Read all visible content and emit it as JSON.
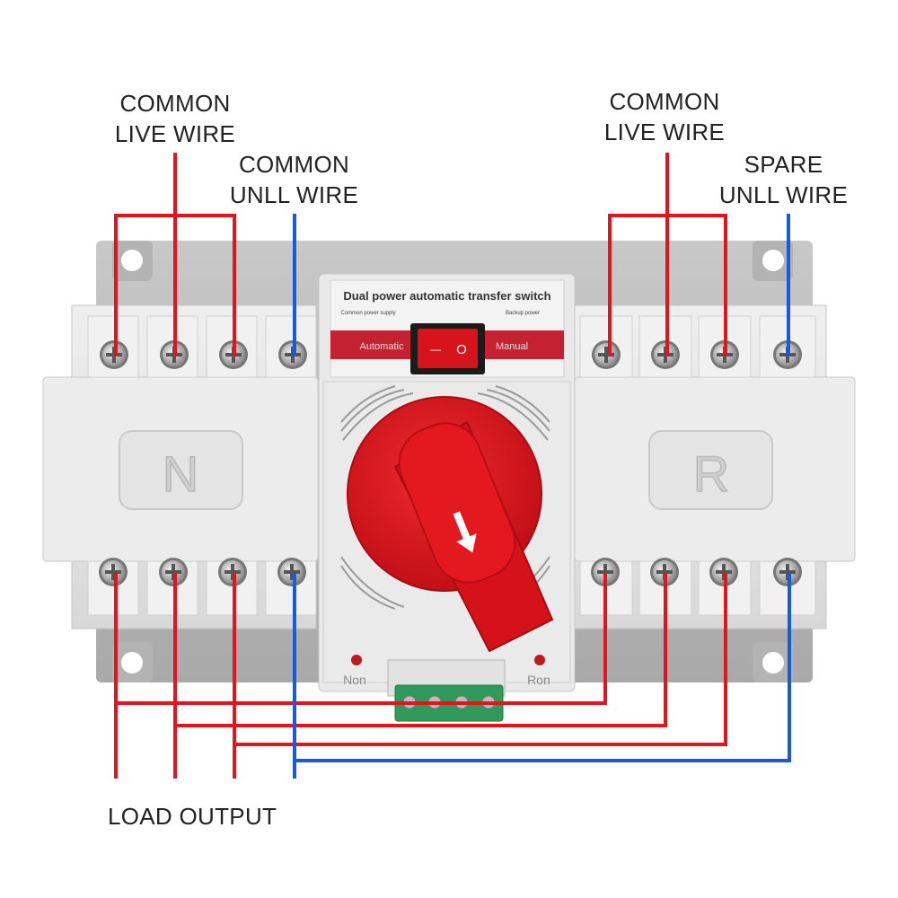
{
  "labels": {
    "left_live": [
      "COMMON",
      "LIVE WIRE"
    ],
    "left_null": [
      "COMMON",
      "UNLL WIRE"
    ],
    "right_live": [
      "COMMON",
      "LIVE WIRE"
    ],
    "right_null": [
      "SPARE",
      "UNLL WIRE"
    ],
    "load_output": "LOAD OUTPUT"
  },
  "device": {
    "title": "Dual power automatic transfer switch",
    "common_supply": "Common power supply",
    "backup_supply": "Backup power",
    "mode_auto": "Automatic",
    "mode_manual": "Manual",
    "rocker_off": "—",
    "rocker_on": "O",
    "module_left": "N",
    "module_right": "R",
    "indicator_left": "Non",
    "indicator_right": "Ron"
  },
  "colors": {
    "live": "#e3141b",
    "neutral": "#1a5ad8",
    "body": "#e6e6e6",
    "panel_accent": "#c42230",
    "knob": "#d9151d"
  },
  "icons": [
    "screw-terminal-icon",
    "arrow-down-right-icon"
  ]
}
